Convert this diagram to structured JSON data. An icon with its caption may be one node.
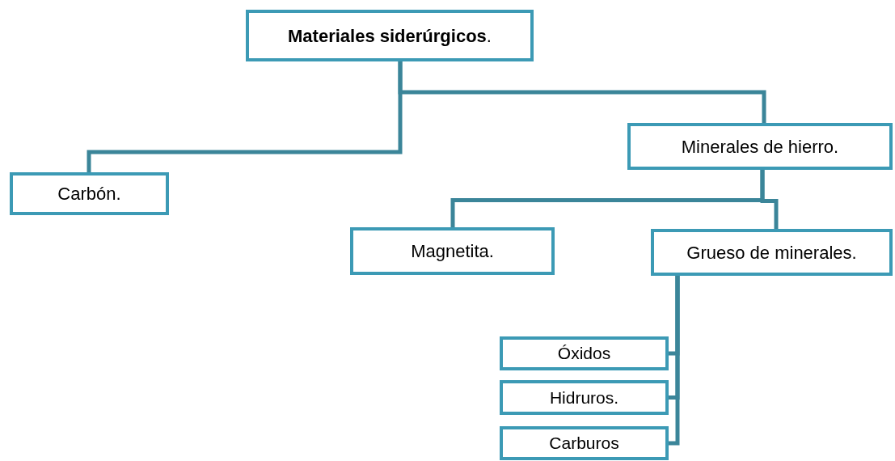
{
  "diagram": {
    "nodes": [
      {
        "text": [
          "**Materiales siderúrgicos**."
        ]
      },
      {
        "text": [
          "Minerales de hierro."
        ]
      },
      {
        "text": [
          "Carbón."
        ]
      },
      {
        "text": [
          "Magnetita."
        ]
      },
      {
        "text": [
          "Grueso de minerales."
        ]
      },
      {
        "text": [
          "Óxidos"
        ]
      },
      {
        "text": [
          "Hidruros."
        ]
      },
      {
        "text": [
          "Carburos"
        ]
      }
    ],
    "edges": [
      {
        "from": 0,
        "to": 1,
        "arrow": "none"
      },
      {
        "from": 0,
        "to": 2,
        "arrow": "none"
      },
      {
        "from": 1,
        "to": 3,
        "arrow": "none"
      },
      {
        "from": 1,
        "to": 4,
        "arrow": "none"
      },
      {
        "from": 4,
        "to": 5,
        "arrow": "none"
      },
      {
        "from": 4,
        "to": 6,
        "arrow": "none"
      },
      {
        "from": 4,
        "to": 7,
        "arrow": "none"
      }
    ]
  }
}
